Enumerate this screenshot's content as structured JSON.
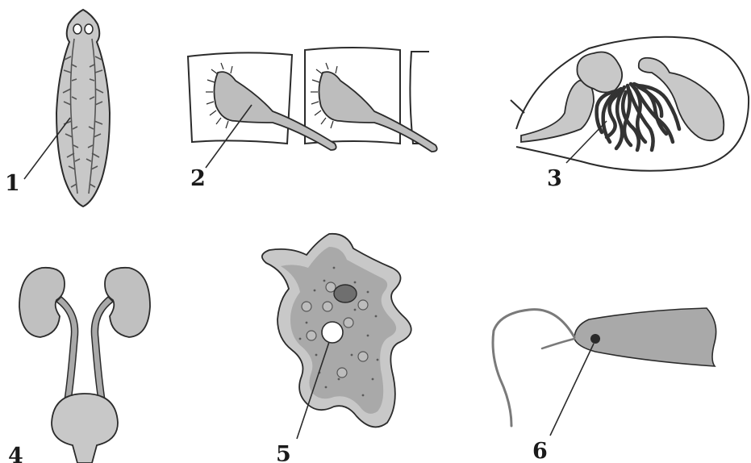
{
  "labels": [
    "1",
    "2",
    "3",
    "4",
    "5",
    "6"
  ],
  "colors": {
    "fill_light": "#c8c8c8",
    "fill_mid": "#a9a9a9",
    "fill_dark": "#777777",
    "stroke": "#2b2b2b",
    "background": "#ffffff"
  }
}
